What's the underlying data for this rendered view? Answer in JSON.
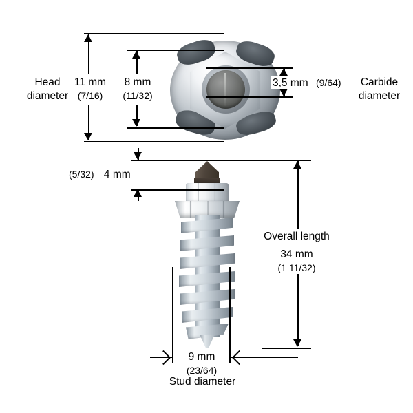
{
  "diagram": {
    "title": "Tire stud dimension diagram",
    "background_color": "#ffffff",
    "line_color": "#000000"
  },
  "labels": {
    "head_diameter": {
      "line1": "Head",
      "line2": "diameter"
    },
    "carbide_diameter": {
      "line1": "Carbide",
      "line2": "diameter"
    },
    "overall_length": {
      "line1": "Overall length"
    },
    "stud_diameter": {
      "line1": "Stud diameter"
    }
  },
  "dimensions": {
    "head_outer": {
      "metric": "11 mm",
      "imperial": "(7/16)"
    },
    "head_inner": {
      "metric": "8 mm",
      "imperial": "(11/32)"
    },
    "carbide": {
      "metric": "3,5 mm",
      "imperial": "(9/64)"
    },
    "carbide_combined": "3,5 mm  (9/64)",
    "tip_height": {
      "metric": "4 mm",
      "imperial": "(5/32)"
    },
    "overall_length": {
      "metric": "34 mm",
      "imperial": "(1 11/32)"
    },
    "stud_diameter": {
      "metric": "9 mm",
      "imperial": "(23/64)"
    }
  },
  "artwork": {
    "top_view": {
      "name": "stud-head-top-view",
      "parts": [
        "flange-crown",
        "hex-body",
        "carbide-pin"
      ],
      "carbide_color": "#6a6c6a",
      "zinc_color": "#e8ebee"
    },
    "side_view": {
      "name": "stud-side-view",
      "parts": [
        "carbide-tip",
        "hex-head",
        "flange",
        "threaded-shank",
        "point"
      ],
      "carbide_tip_color": "#4a4038",
      "zinc_color": "#cdd6dd"
    }
  }
}
